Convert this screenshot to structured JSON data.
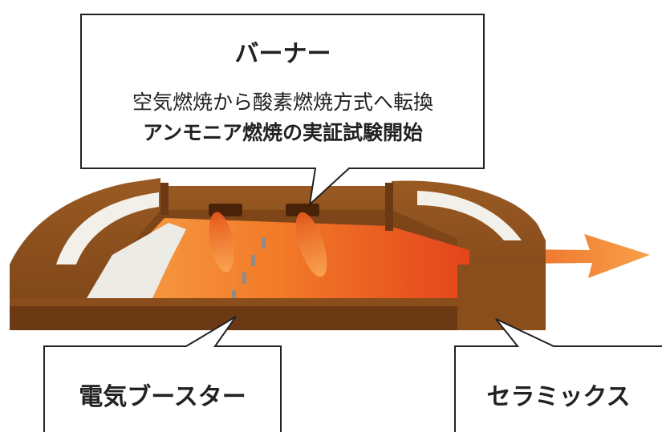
{
  "burner_callout": {
    "title": "バーナー",
    "line1": "空気燃焼から酸素燃焼方式へ転換",
    "line2": "アンモニア燃焼の実証試験開始"
  },
  "booster_callout": {
    "label": "電気ブースター"
  },
  "ceramics_callout": {
    "label": "セラミックス"
  },
  "colors": {
    "furnace_brown": "#8a4d1c",
    "furnace_dark": "#6b3a14",
    "molten_glass": "#ef6a1e",
    "flame": "#f07a2a",
    "arrow": "#f07a30",
    "raw_material": "#ecebe6",
    "callout_border": "#222222"
  }
}
